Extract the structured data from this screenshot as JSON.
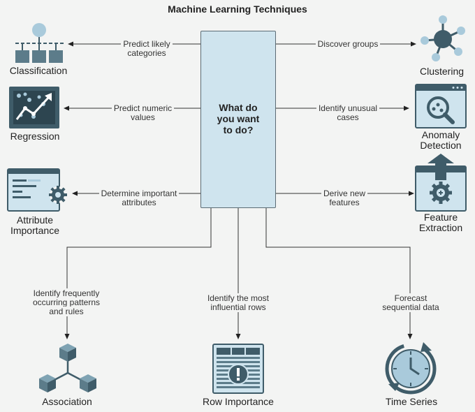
{
  "title": "Machine Learning Techniques",
  "center": {
    "line1": "What do",
    "line2": "you want",
    "line3": "to do?"
  },
  "left": [
    {
      "l1": "Predict likely",
      "l2": "categories",
      "name1": "Classification",
      "name2": "",
      "icon": "classification-icon"
    },
    {
      "l1": "Predict numeric",
      "l2": "values",
      "name1": "Regression",
      "name2": "",
      "icon": "regression-icon"
    },
    {
      "l1": "Determine important",
      "l2": "attributes",
      "name1": "Attribute",
      "name2": "Importance",
      "icon": "attribute-importance-icon"
    }
  ],
  "right": [
    {
      "l1": "Discover groups",
      "l2": "",
      "name1": "Clustering",
      "name2": "",
      "icon": "clustering-icon"
    },
    {
      "l1": "Identify unusual",
      "l2": "cases",
      "name1": "Anomaly",
      "name2": "Detection",
      "icon": "anomaly-detection-icon"
    },
    {
      "l1": "Derive new",
      "l2": "features",
      "name1": "Feature",
      "name2": "Extraction",
      "icon": "feature-extraction-icon"
    }
  ],
  "bottom": [
    {
      "l1": "Identify frequently",
      "l2": "occurring patterns",
      "l3": "and rules",
      "name": "Association",
      "icon": "association-icon"
    },
    {
      "l1": "Identify the most",
      "l2": "influential rows",
      "l3": "",
      "name": "Row Importance",
      "icon": "row-importance-icon"
    },
    {
      "l1": "Forecast",
      "l2": "sequential data",
      "l3": "",
      "name": "Time Series",
      "icon": "time-series-icon"
    }
  ],
  "colors": {
    "dark": "#3f5c69",
    "mid": "#5c7c8a",
    "light": "#a9cadb",
    "box": "#cfe4ee"
  }
}
